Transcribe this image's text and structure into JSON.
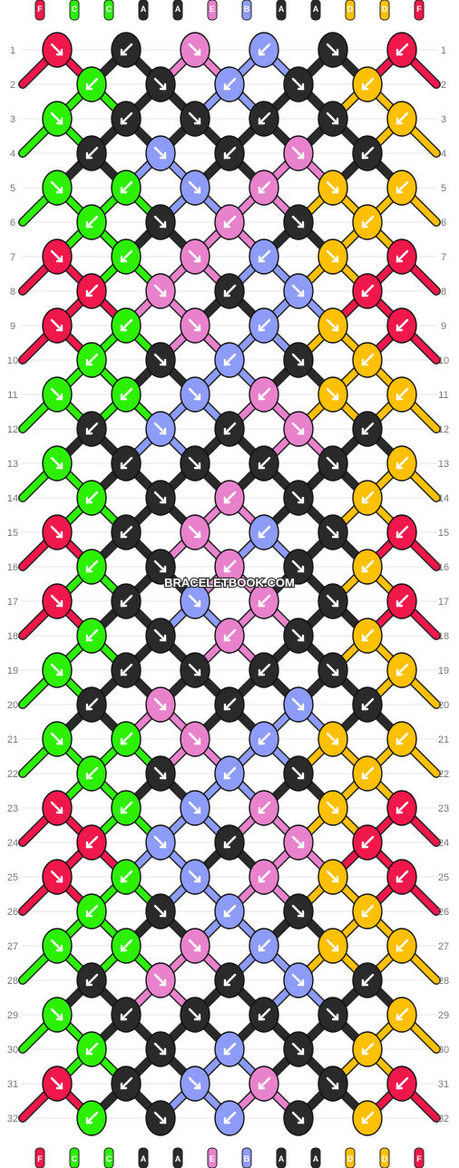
{
  "watermark": "BRACELETBOOK.COM",
  "colors": {
    "F": "#f0184a",
    "C": "#2cf000",
    "A": "#2a2a2a",
    "E": "#e882cc",
    "B": "#8c9cf8",
    "D": "#ffc000"
  },
  "string_labels": [
    "F",
    "C",
    "C",
    "A",
    "A",
    "E",
    "B",
    "A",
    "A",
    "D",
    "D",
    "F"
  ],
  "row_labels": [
    "1",
    "2",
    "3",
    "4",
    "5",
    "6",
    "7",
    "8",
    "9",
    "10",
    "11",
    "12",
    "13",
    "14",
    "15",
    "16",
    "17",
    "18",
    "19",
    "20",
    "21",
    "22",
    "23",
    "24",
    "25",
    "26",
    "27",
    "28",
    "29",
    "30",
    "31",
    "32"
  ],
  "knot_rows": [
    [
      "F",
      "A",
      "E",
      "B",
      "A",
      "F"
    ],
    [
      "C",
      "A",
      "B",
      "A",
      "D"
    ],
    [
      "C",
      "A",
      "A",
      "A",
      "A",
      "D"
    ],
    [
      "A",
      "B",
      "A",
      "E",
      "A"
    ],
    [
      "C",
      "C",
      "B",
      "E",
      "D",
      "D"
    ],
    [
      "C",
      "A",
      "E",
      "A",
      "D"
    ],
    [
      "F",
      "C",
      "E",
      "B",
      "D",
      "F"
    ],
    [
      "F",
      "E",
      "A",
      "B",
      "F"
    ],
    [
      "F",
      "C",
      "E",
      "B",
      "D",
      "F"
    ],
    [
      "C",
      "A",
      "B",
      "A",
      "D"
    ],
    [
      "C",
      "C",
      "B",
      "E",
      "D",
      "D"
    ],
    [
      "A",
      "B",
      "A",
      "E",
      "A"
    ],
    [
      "C",
      "A",
      "A",
      "A",
      "A",
      "D"
    ],
    [
      "C",
      "A",
      "E",
      "A",
      "D"
    ],
    [
      "F",
      "A",
      "E",
      "B",
      "A",
      "F"
    ],
    [
      "C",
      "A",
      "E",
      "A",
      "D"
    ],
    [
      "F",
      "A",
      "B",
      "E",
      "A",
      "F"
    ],
    [
      "C",
      "A",
      "E",
      "A",
      "D"
    ],
    [
      "C",
      "A",
      "A",
      "A",
      "A",
      "D"
    ],
    [
      "A",
      "E",
      "A",
      "B",
      "A"
    ],
    [
      "C",
      "C",
      "E",
      "B",
      "D",
      "D"
    ],
    [
      "C",
      "A",
      "B",
      "A",
      "D"
    ],
    [
      "F",
      "C",
      "B",
      "E",
      "D",
      "F"
    ],
    [
      "F",
      "B",
      "A",
      "E",
      "F"
    ],
    [
      "F",
      "C",
      "B",
      "E",
      "D",
      "F"
    ],
    [
      "C",
      "A",
      "B",
      "A",
      "D"
    ],
    [
      "C",
      "C",
      "E",
      "B",
      "D",
      "D"
    ],
    [
      "A",
      "E",
      "A",
      "B",
      "A"
    ],
    [
      "C",
      "A",
      "A",
      "A",
      "A",
      "D"
    ],
    [
      "C",
      "A",
      "B",
      "A",
      "D"
    ],
    [
      "F",
      "A",
      "B",
      "E",
      "A",
      "F"
    ],
    [
      "C",
      "A",
      "B",
      "A",
      "D"
    ]
  ]
}
